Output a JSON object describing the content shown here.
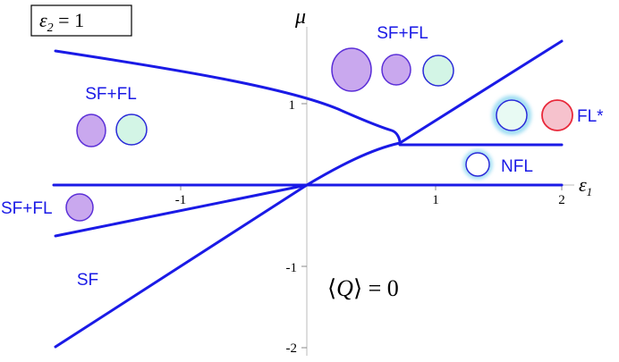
{
  "parameter_box": {
    "symbol": "ε",
    "subscript": "2",
    "equals_value": " = 1"
  },
  "axes": {
    "x_symbol": "ε",
    "x_subscript": "1",
    "y_symbol": "μ",
    "x_ticks": [
      "-1",
      "1",
      "2"
    ],
    "y_ticks": [
      "1",
      "-1",
      "-2"
    ]
  },
  "regions": {
    "sf_fl_upper_center": "SF+FL",
    "sf_fl_upper_left": "SF+FL",
    "sf_fl_lower_left": "SF+FL",
    "sf": "SF",
    "fl_star": "FL*",
    "nfl": "NFL"
  },
  "condition": {
    "open": "⟨",
    "symbol": "Q",
    "close": "⟩",
    "equals_value": " = 0"
  },
  "colors": {
    "boundary_line": "#1a1ae6",
    "label_text": "#1a1ae6",
    "fermi_surface_fill": "#c9a8ee",
    "fermi_surface_stroke": "#5b2fd8",
    "fractionalized_fill": "#d3f5e6",
    "fractionalized_stroke": "#2a2ad8",
    "nfl_fill": "#ffffff",
    "flstar_fill": "#f6c2cd",
    "flstar_stroke": "#e8283a",
    "glow": "#9adcf2"
  }
}
